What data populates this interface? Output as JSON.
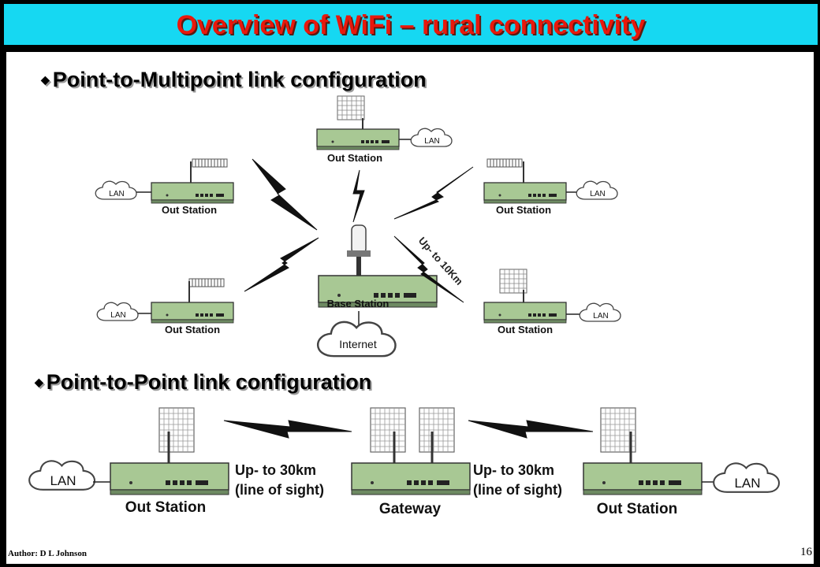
{
  "title": "Overview of WiFi – rural connectivity",
  "bullets": {
    "pmp": "Point-to-Multipoint link configuration",
    "ptp": "Point-to-Point link configuration"
  },
  "pmp": {
    "base_station": "Base Station",
    "internet": "Internet",
    "out_station": "Out Station",
    "lan": "LAN",
    "range": "Up- to 10Km"
  },
  "ptp": {
    "lan": "LAN",
    "out_station_left": "Out Station",
    "gateway": "Gateway",
    "out_station_right": "Out Station",
    "range_left_line1": "Up- to 30km",
    "range_left_line2": "(line of sight)",
    "range_right_line1": "Up- to 30km",
    "range_right_line2": "(line of sight)"
  },
  "footer": {
    "author": "Author: D L Johnson",
    "page": "16"
  },
  "colors": {
    "title_bar": "#16d8f2",
    "title_text": "#e8180c",
    "device_body": "#a8c894"
  }
}
